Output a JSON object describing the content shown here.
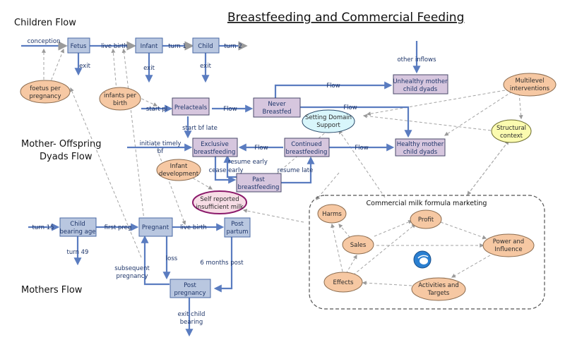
{
  "title": "Breastfeeding  and Commercial Feeding",
  "sections": {
    "children": "Children Flow",
    "dyads_line1": "Mother- Offspring",
    "dyads_line2": "Dyads Flow",
    "mothers": "Mothers Flow"
  },
  "stocks": {
    "fetus": "Fetus",
    "infant": "Infant",
    "child": "Child",
    "unhealthy_1": "Unhealthy mother",
    "unhealthy_2": "child dyads",
    "healthy_1": "Healthy mother",
    "healthy_2": "child dyads",
    "prelacteals": "Prelacteals",
    "never_1": "Never",
    "never_2": "Breastfed",
    "exclusive_1": "Exclusive",
    "exclusive_2": "breastfeeding",
    "continued_1": "Continued",
    "continued_2": "breastfeeding",
    "past_1": "Past",
    "past_2": "breastfeeding",
    "child_bearing_1": "Child",
    "child_bearing_2": "bearing age",
    "pregnant": "Pregnant",
    "post_partum_1": "Post",
    "post_partum_2": "partum",
    "post_pregnancy_1": "Post",
    "post_pregnancy_2": "pregnancy"
  },
  "flows": {
    "conception": "conception",
    "live_birth": "live birth",
    "turn_1": "turn 1",
    "turn_2": "turn 2",
    "exit_fetus": "exit",
    "exit_infant": "exit",
    "exit_child": "exit",
    "other_inflows": "other inflows",
    "flow_top": "Flow",
    "flow_never_healthy": "Flow",
    "start_pl": "start pl",
    "flow_prelacteal": "Flow",
    "start_bf_late": "start bf late",
    "initiate_1": "initiate timely",
    "initiate_2": "bf",
    "flow_excl_cont": "Flow",
    "flow_cont_healthy": "Flow",
    "resume_early": "resume early",
    "cease_early": "cease early",
    "resume_late": "resume late",
    "turn_15": "turn 15",
    "first_preg": "first preg",
    "live_birth_mother": "live birth",
    "turn_49": "turn 49",
    "loss": "loss",
    "six_months_post": "6 months post",
    "subsequent_1": "subsequent",
    "subsequent_2": "pregnancy",
    "exit_child_bearing_1": "exit child",
    "exit_child_bearing_2": "bearing"
  },
  "auxiliaries": {
    "foetus_per_1": "foetus per",
    "foetus_per_2": "pregnancy",
    "infants_per_1": "infants per",
    "infants_per_2": "birth",
    "setting_1": "Setting Domain",
    "setting_2": "Support",
    "multilevel_1": "Multilevel",
    "multilevel_2": "interventions",
    "structural_1": "Structural",
    "structural_2": "context",
    "infant_dev_1": "Infant",
    "infant_dev_2": "development",
    "self_reported_1": "Self reported",
    "self_reported_2": "insufficient milk"
  },
  "marketing": {
    "label": "Commercial milk formula marketing",
    "harms": "Harms",
    "profit": "Profit",
    "sales": "Sales",
    "power_1": "Power and",
    "power_2": "Influence",
    "effects": "Effects",
    "activities_1": "Activities and",
    "activities_2": "Targets"
  },
  "colors": {
    "stock_blue": "#b9c7e0",
    "stock_purple": "#d6c6de",
    "flow_blue": "#5a7cc0",
    "aux_orange": "#f6c8a3",
    "aux_cyan": "#d8f6fb",
    "aux_yellow": "#fbfbb0",
    "aux_pink": "#f7dde6",
    "aux_pink_border": "#8b1a6b"
  }
}
